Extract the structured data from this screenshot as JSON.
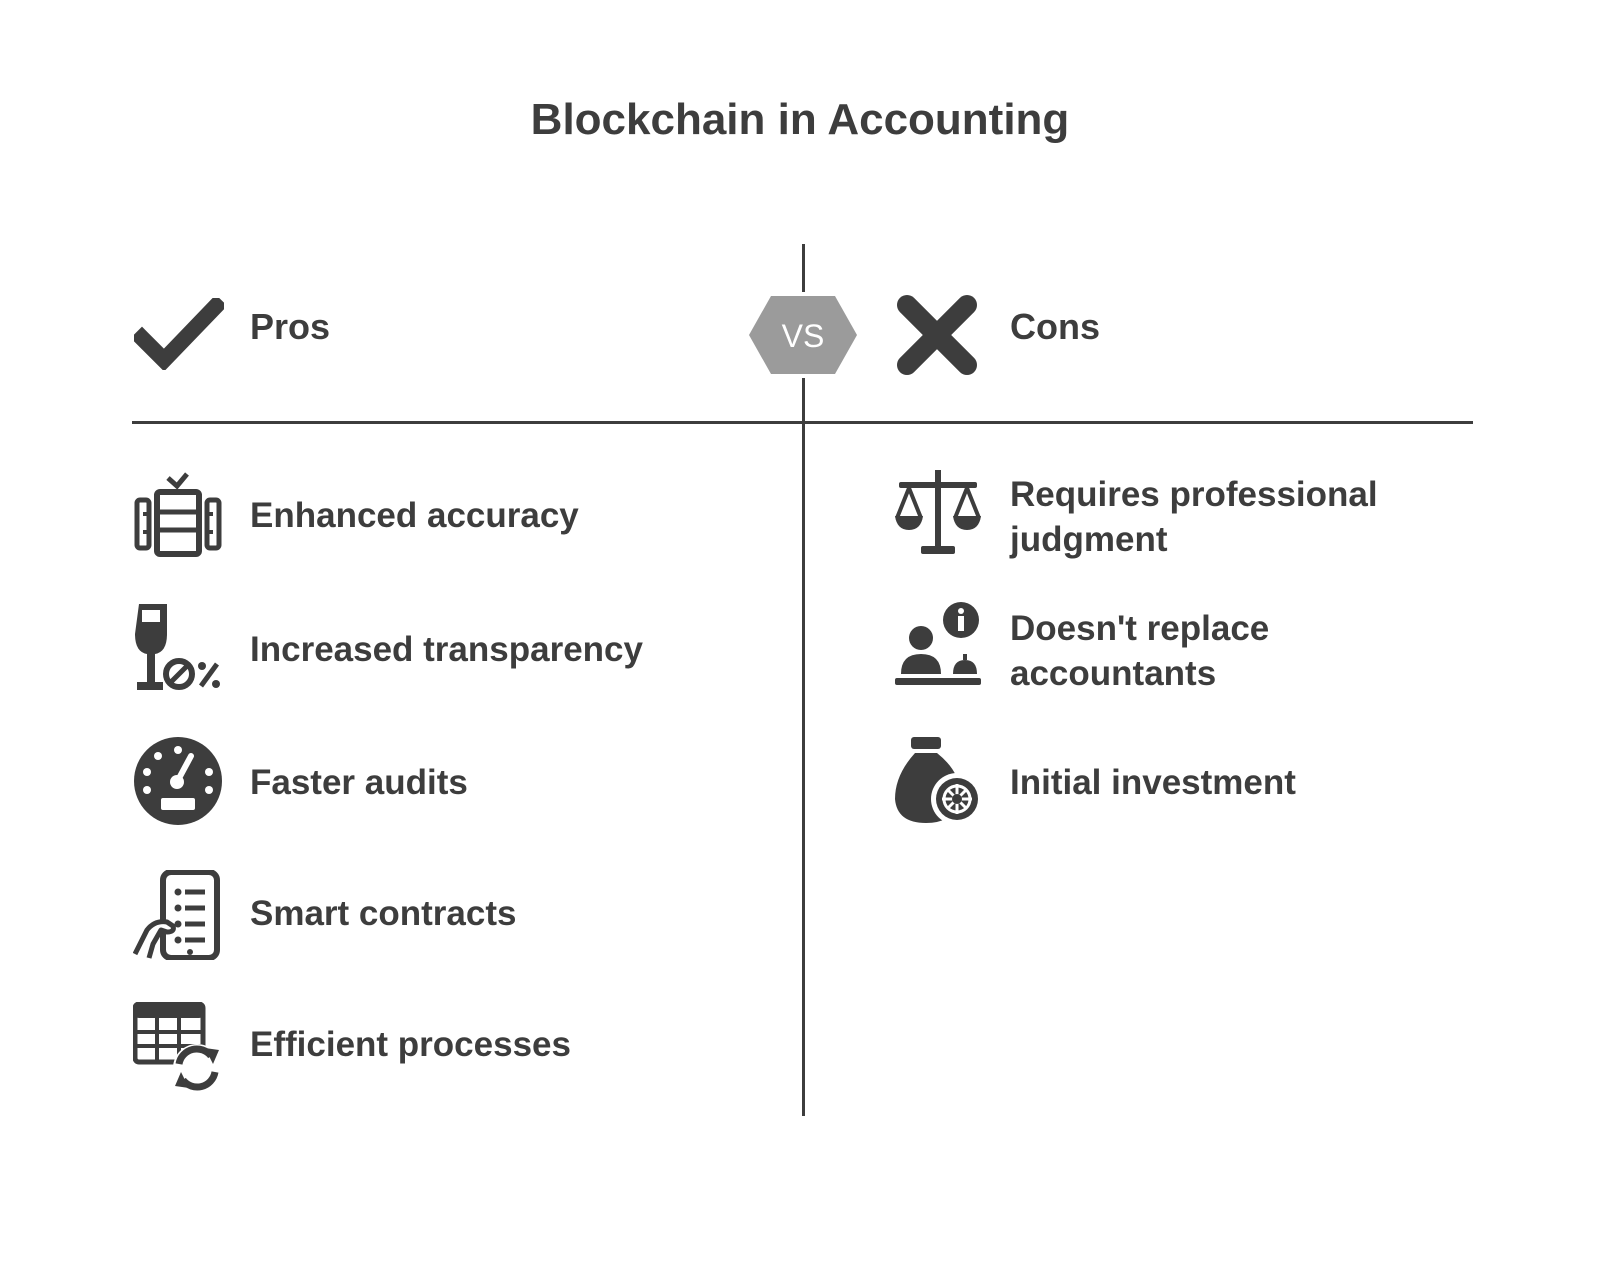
{
  "title": "Blockchain in Accounting",
  "vs_label": "VS",
  "pros": {
    "heading": "Pros",
    "heading_icon": "checkmark-icon",
    "items": [
      {
        "label": "Enhanced accuracy",
        "icon": "ledger-check-icon"
      },
      {
        "label": "Increased transparency",
        "icon": "glass-zero-percent-icon"
      },
      {
        "label": "Faster audits",
        "icon": "speedometer-icon"
      },
      {
        "label": "Smart contracts",
        "icon": "phone-checklist-icon"
      },
      {
        "label": "Efficient processes",
        "icon": "table-refresh-icon"
      }
    ]
  },
  "cons": {
    "heading": "Cons",
    "heading_icon": "x-mark-icon",
    "items": [
      {
        "label": "Requires professional judgment",
        "icon": "scales-icon"
      },
      {
        "label": "Doesn't replace accountants",
        "icon": "reception-info-icon"
      },
      {
        "label": "Initial investment",
        "icon": "money-bag-icon"
      }
    ]
  },
  "colors": {
    "text": "#3d3d3d",
    "vs_badge": "#9b9b9b",
    "lines": "#3d3d3d"
  }
}
